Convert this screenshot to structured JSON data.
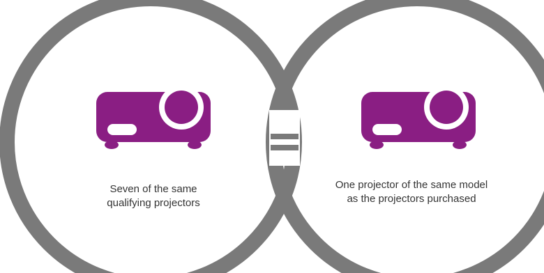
{
  "colors": {
    "ring": "#7a7a7a",
    "projector": "#8a1e83",
    "lens_ring": "#ffffff",
    "equals": "#7a7a7a",
    "caption_text": "#333333"
  },
  "icons": {
    "left": "projector-icon",
    "center": "equals-icon",
    "right": "projector-icon"
  },
  "left": {
    "caption_line1": "Seven of the same",
    "caption_line2": "qualifying projectors"
  },
  "right": {
    "caption_line1": "One projector of the same model",
    "caption_line2": "as the projectors purchased"
  }
}
